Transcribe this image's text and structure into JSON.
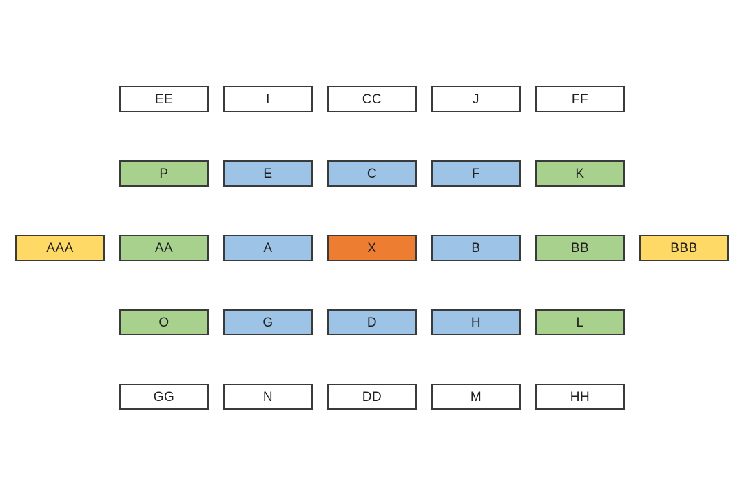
{
  "canvas": {
    "background": "#FFFFFF"
  },
  "palette": {
    "white": "#FFFFFF",
    "green": "#A9D18E",
    "blue": "#9DC3E6",
    "orange": "#ED7D31",
    "yellow": "#FFD966",
    "border": "#3A3A3A",
    "text": "#1F1F1F"
  },
  "rows": [
    {
      "cells": [
        {
          "label": "EE",
          "color": "white",
          "fill": "#FFFFFF"
        },
        {
          "label": "I",
          "color": "white",
          "fill": "#FFFFFF"
        },
        {
          "label": "CC",
          "color": "white",
          "fill": "#FFFFFF"
        },
        {
          "label": "J",
          "color": "white",
          "fill": "#FFFFFF"
        },
        {
          "label": "FF",
          "color": "white",
          "fill": "#FFFFFF"
        }
      ]
    },
    {
      "cells": [
        {
          "label": "P",
          "color": "green",
          "fill": "#A9D18E"
        },
        {
          "label": "E",
          "color": "blue",
          "fill": "#9DC3E6"
        },
        {
          "label": "C",
          "color": "blue",
          "fill": "#9DC3E6"
        },
        {
          "label": "F",
          "color": "blue",
          "fill": "#9DC3E6"
        },
        {
          "label": "K",
          "color": "green",
          "fill": "#A9D18E"
        }
      ]
    },
    {
      "cells": [
        {
          "label": "AAA",
          "color": "yellow",
          "fill": "#FFD966"
        },
        {
          "label": "AA",
          "color": "green",
          "fill": "#A9D18E"
        },
        {
          "label": "A",
          "color": "blue",
          "fill": "#9DC3E6"
        },
        {
          "label": "X",
          "color": "orange",
          "fill": "#ED7D31"
        },
        {
          "label": "B",
          "color": "blue",
          "fill": "#9DC3E6"
        },
        {
          "label": "BB",
          "color": "green",
          "fill": "#A9D18E"
        },
        {
          "label": "BBB",
          "color": "yellow",
          "fill": "#FFD966"
        }
      ]
    },
    {
      "cells": [
        {
          "label": "O",
          "color": "green",
          "fill": "#A9D18E"
        },
        {
          "label": "G",
          "color": "blue",
          "fill": "#9DC3E6"
        },
        {
          "label": "D",
          "color": "blue",
          "fill": "#9DC3E6"
        },
        {
          "label": "H",
          "color": "blue",
          "fill": "#9DC3E6"
        },
        {
          "label": "L",
          "color": "green",
          "fill": "#A9D18E"
        }
      ]
    },
    {
      "cells": [
        {
          "label": "GG",
          "color": "white",
          "fill": "#FFFFFF"
        },
        {
          "label": "N",
          "color": "white",
          "fill": "#FFFFFF"
        },
        {
          "label": "DD",
          "color": "white",
          "fill": "#FFFFFF"
        },
        {
          "label": "M",
          "color": "white",
          "fill": "#FFFFFF"
        },
        {
          "label": "HH",
          "color": "white",
          "fill": "#FFFFFF"
        }
      ]
    }
  ]
}
